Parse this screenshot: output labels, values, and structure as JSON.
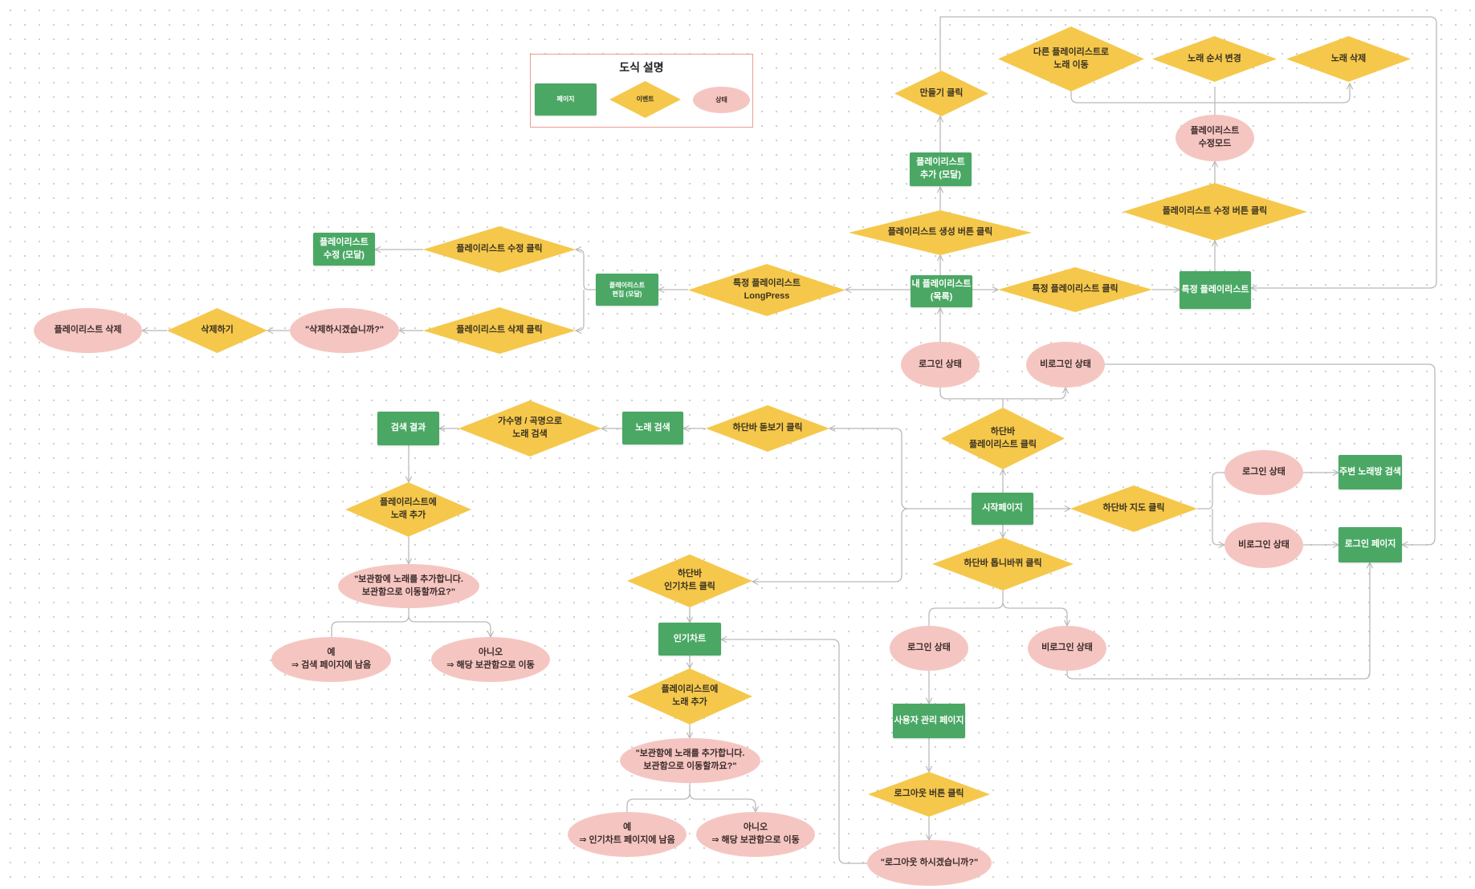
{
  "legend": {
    "title": "도식 설명",
    "page": "페이지",
    "event": "이벤트",
    "state": "상태"
  },
  "colors": {
    "page": "#4aa864",
    "event": "#f5c84c",
    "state": "#f5c6c1",
    "legend_border": "#ef9a90",
    "connector": "#b9b9b9"
  },
  "nodes": {
    "playlist_edit_modal": "플레이리스트\n수정 (모달)",
    "playlist_edit_click": "플레이리스트 수정 클릭",
    "playlist_manage_modal": "플레이리스트\n편집 (모달)",
    "longpress": "특정 플레이리스트\nLongPress",
    "playlist_delete_done": "플레이리스트 삭제",
    "delete_action": "삭제하기",
    "delete_confirm": "\"삭제하시겠습니까?\"",
    "playlist_delete_click": "플레이리스트 삭제 클릭",
    "my_playlists": "내 플레이리스트\n(목록)",
    "create_click": "플레이리스트 생성 버튼 클릭",
    "playlist_add_modal": "플레이리스트\n추가 (모달)",
    "make_click": "만들기 클릭",
    "move_other": "다른 플레이리스트로\n노래 이동",
    "reorder": "노래 순서 변경",
    "delete_song": "노래 삭제",
    "edit_mode": "플레이리스트\n수정모드",
    "edit_button_click": "플레이리스트 수정 버튼 클릭",
    "specific_playlist_click": "특정 플레이리스트 클릭",
    "specific_playlist": "특정 플레이리스트",
    "login_state_top": "로그인 상태",
    "logout_state_top": "비로그인 상태",
    "tab_playlist": "하단바\n플레이리스트 클릭",
    "start_page": "시작페이지",
    "tab_map": "하단바 지도 클릭",
    "login_state_map": "로그인 상태",
    "logout_state_map": "비로그인 상태",
    "nearby_search": "주변 노래방 검색",
    "login_page": "로그인 페이지",
    "tab_settings": "하단바 톱니바퀴 클릭",
    "login_state_settings": "로그인 상태",
    "logout_state_settings": "비로그인 상태",
    "user_admin": "사용자 관리 페이지",
    "logout_click": "로그아웃 버튼 클릭",
    "logout_confirm": "\"로그아웃 하시겠습니까?\"",
    "tab_search": "하단바 돋보기 클릭",
    "song_search": "노래 검색",
    "search_by": "가수명 / 곡명으로\n노래 검색",
    "search_result": "검색 결과",
    "add_to_playlist_1": "플레이리스트에\n노래 추가",
    "confirm_add_1": "\"보관함에 노래를 추가합니다.\n보관함으로 이동할까요?\"",
    "yes_1": "예\n⇒ 검색 페이지에 남음",
    "no_1": "아니오\n⇒ 해당 보관함으로 이동",
    "tab_chart": "하단바\n인기차트 클릭",
    "popular_chart": "인기차트",
    "add_to_playlist_2": "플레이리스트에\n노래 추가",
    "confirm_add_2": "\"보관함에 노래를 추가합니다.\n보관함으로 이동할까요?\"",
    "yes_2": "예\n⇒ 인기차트 페이지에 남음",
    "no_2": "아니오\n⇒ 해당 보관함으로 이동"
  }
}
